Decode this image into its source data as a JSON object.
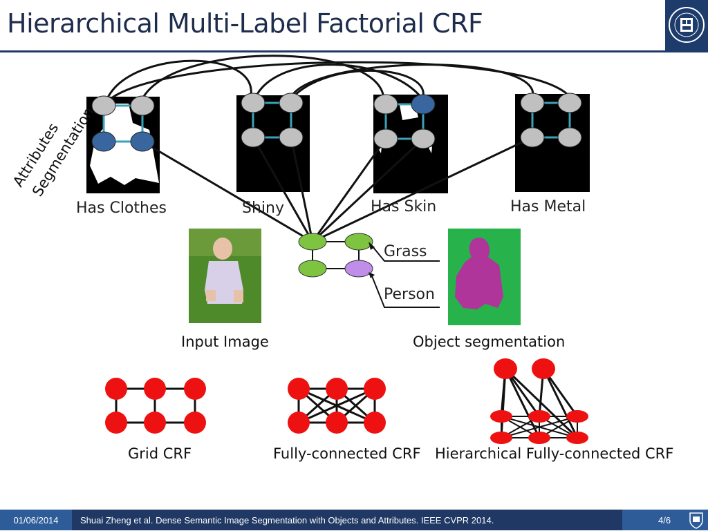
{
  "slide": {
    "title": "Hierarchical Multi-Label Factorial CRF"
  },
  "rotated_labels": {
    "attributes": "Attributes",
    "segmentation": "Segmentation"
  },
  "attribute_masks": [
    {
      "label": "Has Clothes"
    },
    {
      "label": "Shiny"
    },
    {
      "label": "Has Skin"
    },
    {
      "label": "Has Metal"
    }
  ],
  "segmentation_labels": {
    "grass": "Grass",
    "person": "Person"
  },
  "captions": {
    "input_image": "Input Image",
    "object_segmentation": "Object segmentation",
    "grid_crf": "Grid CRF",
    "fully_connected_crf": "Fully-connected CRF",
    "hierarchical_crf": "Hierarchical Fully-connected CRF"
  },
  "footer": {
    "date": "01/06/2014",
    "citation": "Shuai Zheng et al. Dense Semantic Image Segmentation with Objects and Attributes. IEEE CVPR 2014.",
    "page": "4/6"
  },
  "colors": {
    "title": "#1f2d4d",
    "footer_dark": "#1f3864",
    "footer_light": "#2e5c99",
    "node_gray": "#c0c0c0",
    "node_blue": "#3a66a0",
    "node_green": "#7ec440",
    "node_purple": "#c08ee8",
    "crf_red": "#ee1111",
    "seg_green": "#27b24b",
    "seg_magenta": "#b0359a"
  }
}
